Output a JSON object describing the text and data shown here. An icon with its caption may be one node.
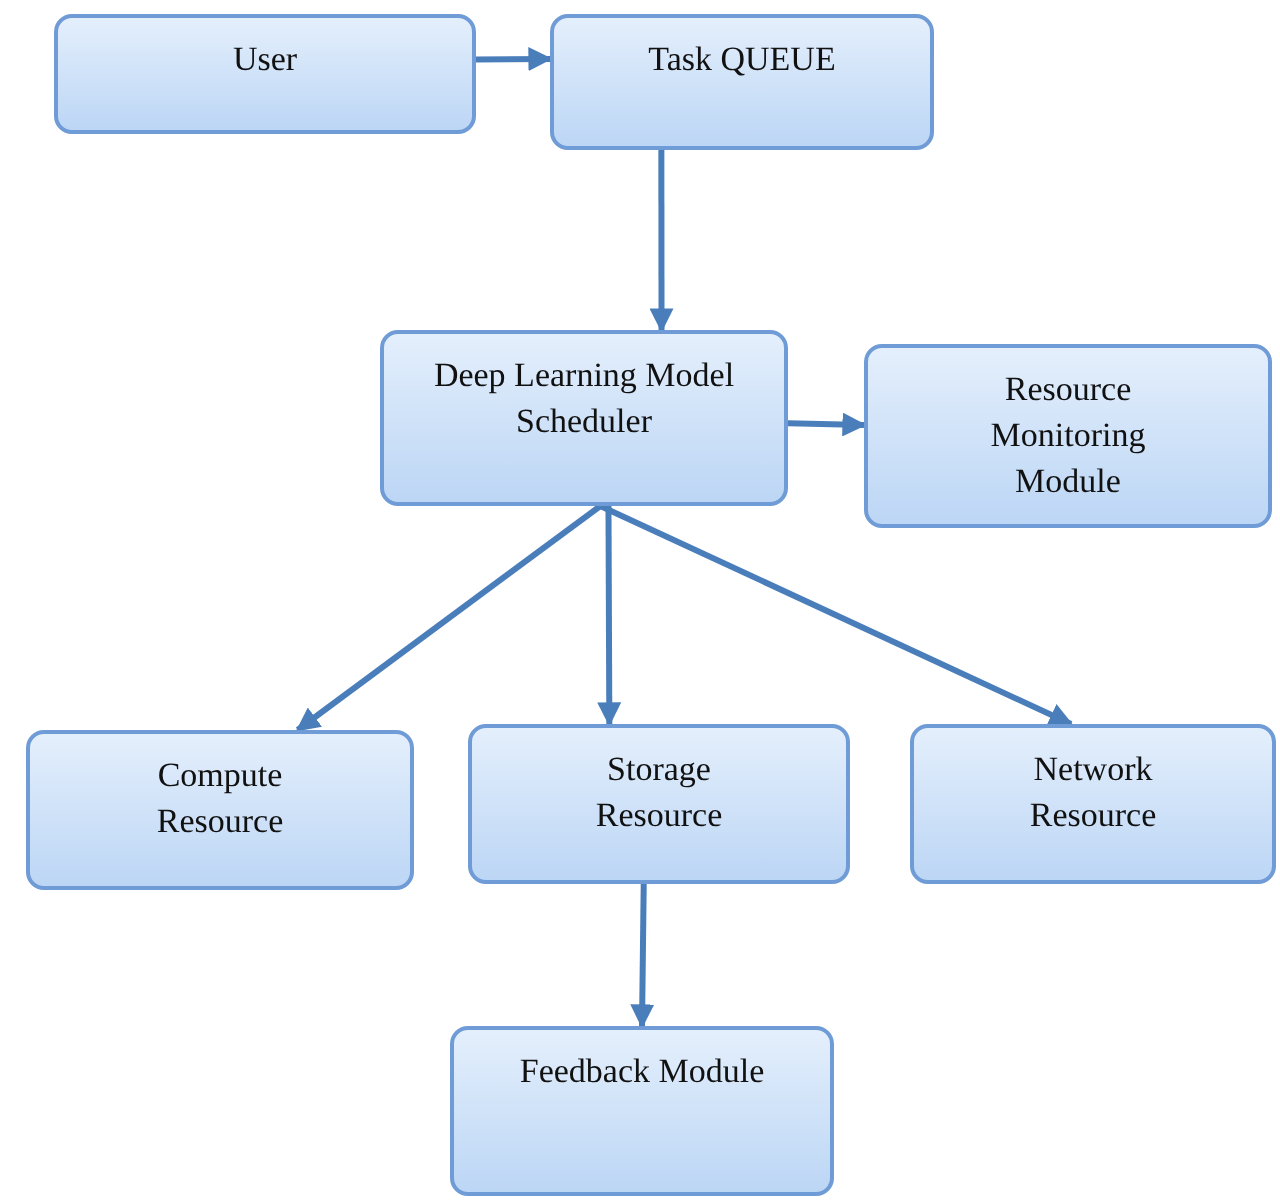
{
  "diagram": {
    "nodes": [
      {
        "text": [
          "User"
        ]
      },
      {
        "text": [
          "Task QUEUE"
        ]
      },
      {
        "text": [
          "Deep Learning Model Scheduler"
        ]
      },
      {
        "text": [
          "Resource Monitoring Module"
        ]
      },
      {
        "text": [
          "Compute Resource"
        ]
      },
      {
        "text": [
          "Storage Resource"
        ]
      },
      {
        "text": [
          "Network Resource"
        ]
      },
      {
        "text": [
          "Feedback Module"
        ]
      }
    ],
    "edges": [
      {
        "from": 0,
        "to": 1,
        "arrow": "to"
      },
      {
        "from": 1,
        "to": 2,
        "arrow": "to"
      },
      {
        "from": 2,
        "to": 3,
        "arrow": "to"
      },
      {
        "from": 2,
        "to": 4,
        "arrow": "to"
      },
      {
        "from": 2,
        "to": 5,
        "arrow": "to"
      },
      {
        "from": 2,
        "to": 6,
        "arrow": "to"
      },
      {
        "from": 5,
        "to": 7,
        "arrow": "to"
      }
    ]
  }
}
